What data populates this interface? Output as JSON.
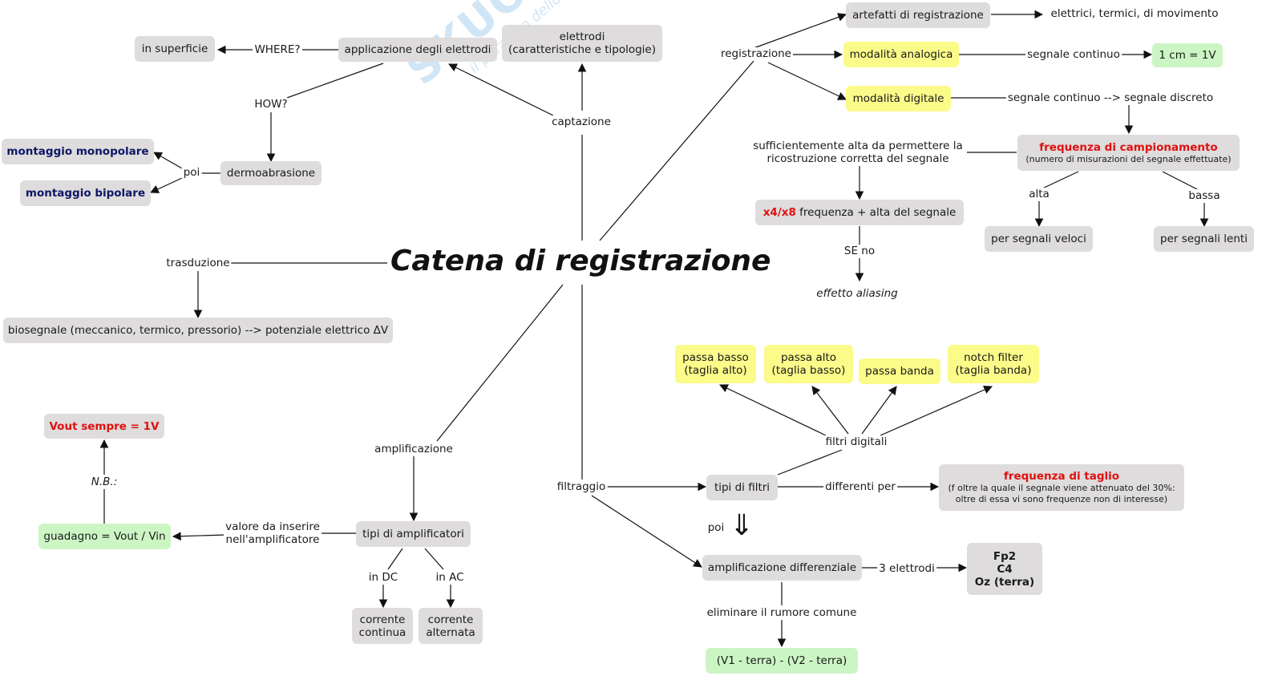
{
  "title": "Catena di registrazione",
  "watermark": {
    "main": "SKUOLA.net",
    "sub": "il paradiso dello studente"
  },
  "nodes": {
    "elettrodi": [
      "elettrodi",
      "(caratteristiche e tipologie)"
    ],
    "applicazione": "applicazione degli elettrodi",
    "superficie": "in superficie",
    "dermoabrasione": "dermoabrasione",
    "monopolare": "montaggio monopolare",
    "bipolare": "montaggio bipolare",
    "biosegnale": "biosegnale (meccanico, termico, pressorio) --> potenziale elettrico ΔV",
    "vout": "Vout sempre = 1V",
    "guadagno": "guadagno = Vout / Vin",
    "tipi_ampl": "tipi di amplificatori",
    "corrente_continua": [
      "corrente",
      "continua"
    ],
    "corrente_alternata": [
      "corrente",
      "alternata"
    ],
    "artefatti": "artefatti di registrazione",
    "analogica": "modalità analogica",
    "digitale": "modalità digitale",
    "cm": "1 cm = 1V",
    "freq_camp": "frequenza di campionamento",
    "freq_camp_sub": "(numero di misurazioni del segnale effettuate)",
    "x4x8_red": "x4/x8",
    "x4x8_rest": " frequenza + alta del segnale",
    "veloci": "per segnali veloci",
    "lenti": "per segnali lenti",
    "passa_basso": [
      "passa basso",
      "(taglia alto)"
    ],
    "passa_alto": [
      "passa alto",
      "(taglia basso)"
    ],
    "passa_banda": "passa banda",
    "notch": [
      "notch filter",
      "(taglia banda)"
    ],
    "tipi_filtri": "tipi di filtri",
    "freq_taglio": "frequenza di taglio",
    "freq_taglio_sub": [
      "(f oltre la quale il segnale viene attenuato del 30%:",
      "oltre di essa vi sono frequenze non di interesse)"
    ],
    "ampl_diff": "amplificazione differenziale",
    "elettrodi3": [
      "Fp2",
      "C4",
      "Oz (terra)"
    ],
    "v1v2": "(V1 - terra) - (V2 - terra)"
  },
  "labels": {
    "where": "WHERE?",
    "how": "HOW?",
    "poi1": "poi",
    "captazione": "captazione",
    "trasduzione": "trasduzione",
    "registrazione": "registrazione",
    "amplificazione": "amplificazione",
    "filtraggio": "filtraggio",
    "nb": "N.B.:",
    "valore": [
      "valore da inserire",
      "nell'amplificatore"
    ],
    "in_dc": "in DC",
    "in_ac": "in AC",
    "elettrici": "elettrici, termici, di movimento",
    "seg_cont": "segnale continuo",
    "seg_cont_disc": "segnale continuo --> segnale discreto",
    "sufficiente": [
      "sufficientemente alta da permettere la",
      "ricostruzione corretta del segnale"
    ],
    "alta": "alta",
    "bassa": "bassa",
    "se_no": "SE no",
    "aliasing": "effetto aliasing",
    "filtri_digitali": "filtri digitali",
    "differenti": "differenti per",
    "poi2": "poi",
    "tre_elettrodi": "3 elettrodi",
    "eliminare": "eliminare il rumore comune"
  },
  "colors": {
    "node_gray": "#dedcdc",
    "node_yellow": "#fbfb8a",
    "node_green": "#ccf5c4",
    "highlight_red": "#e01010",
    "highlight_navy": "#0d1766"
  }
}
